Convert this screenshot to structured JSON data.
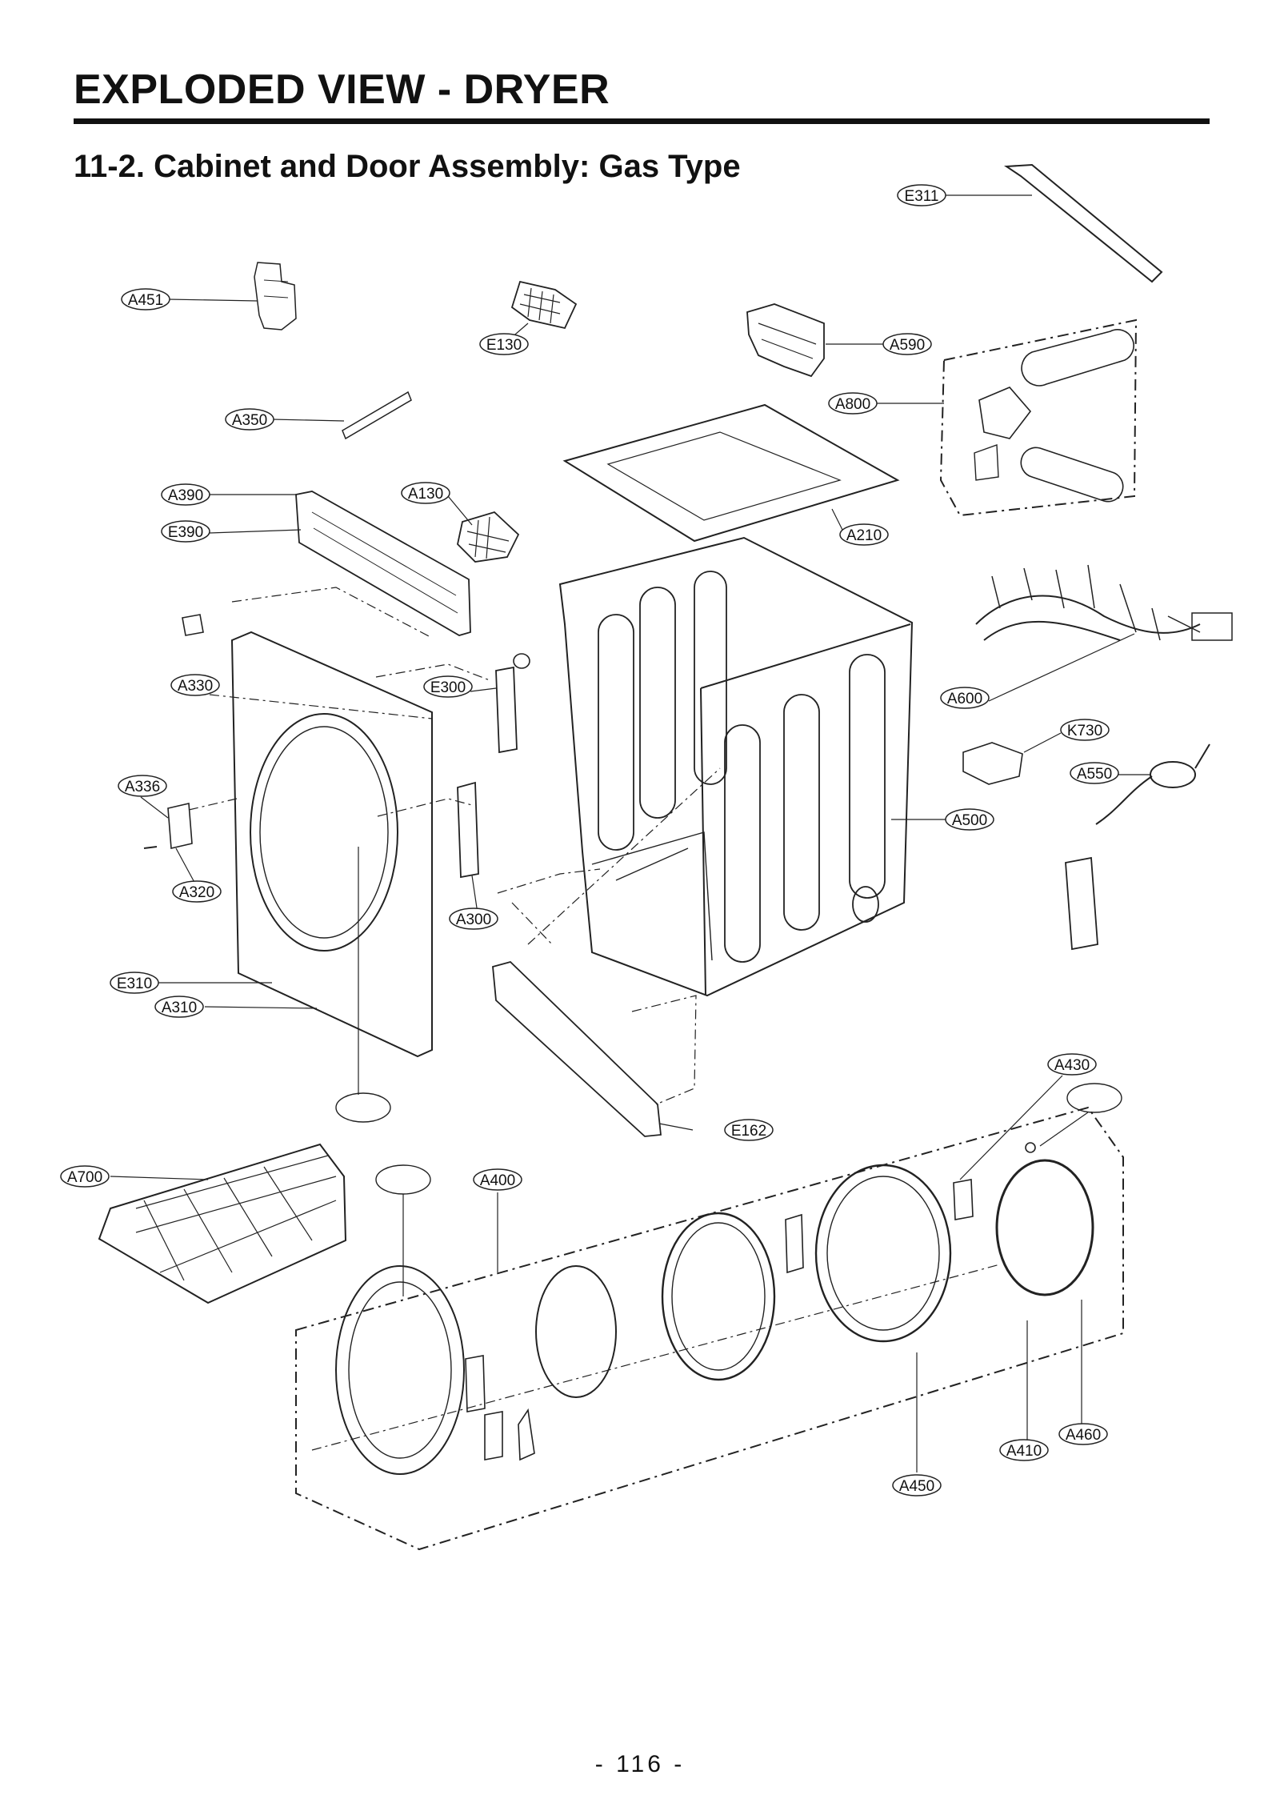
{
  "header": {
    "title": "EXPLODED VIEW - DRYER",
    "section": "11-2. Cabinet and Door Assembly: Gas Type"
  },
  "footer": {
    "page": "- 116 -"
  },
  "parts": {
    "E311": "E311",
    "A451": "A451",
    "E130": "E130",
    "A590": "A590",
    "A800": "A800",
    "A350": "A350",
    "A390": "A390",
    "E390": "E390",
    "A130": "A130",
    "A210": "A210",
    "A330": "A330",
    "E300": "E300",
    "A600": "A600",
    "K730": "K730",
    "A336": "A336",
    "A550": "A550",
    "A500": "A500",
    "A320": "A320",
    "A300": "A300",
    "E310": "E310",
    "A310": "A310",
    "A430": "A430",
    "E162": "E162",
    "A700": "A700",
    "A400": "A400",
    "A410": "A410",
    "A460": "A460",
    "A450": "A450"
  }
}
